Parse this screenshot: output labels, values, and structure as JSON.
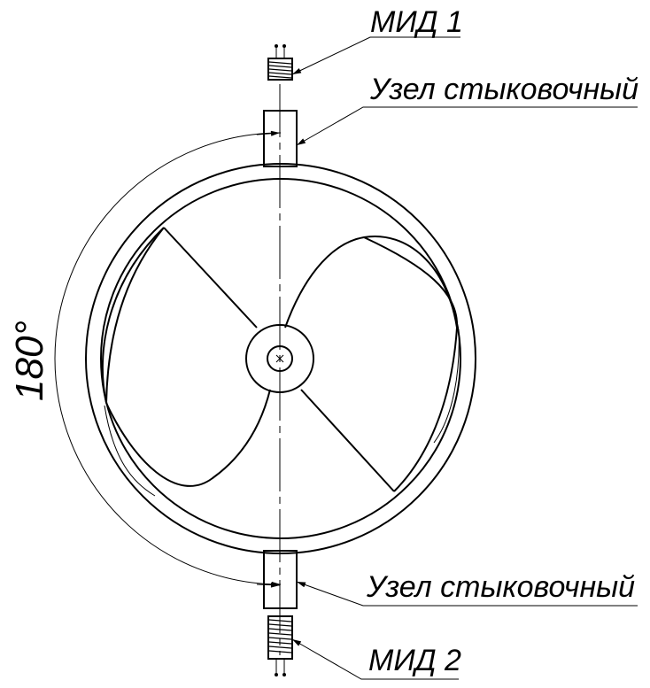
{
  "labels": {
    "mid_top": "МИД 1",
    "node_top": "Узел стыковочный",
    "node_bottom": "Узел стыковочный",
    "mid_bottom": "МИД 2",
    "angle": "180°"
  }
}
